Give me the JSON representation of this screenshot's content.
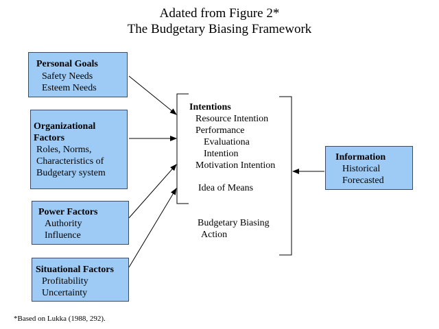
{
  "title": {
    "line1": "Adated from Figure 2*",
    "line2": "The Budgetary Biasing Framework"
  },
  "boxes": {
    "personal": {
      "title": "Personal Goals",
      "items": [
        "Safety Needs",
        "Esteem Needs"
      ]
    },
    "organizational": {
      "title1": "Organizational",
      "title2": "Factors",
      "items": [
        "Roles, Norms,",
        "Characteristics of",
        "Budgetary system"
      ]
    },
    "power": {
      "title": "Power Factors",
      "items": [
        "Authority",
        "Influence"
      ]
    },
    "situational": {
      "title": "Situational Factors",
      "items": [
        "Profitability",
        "Uncertainty"
      ]
    },
    "information": {
      "title": "Information",
      "items": [
        "Historical",
        "Forecasted"
      ]
    }
  },
  "center": {
    "title": "Intentions",
    "lines": [
      "Resource Intention",
      "Performance",
      "Evaluationa",
      "Intention",
      "Motivation Intention"
    ],
    "idea": "Idea of Means",
    "outcome": [
      "Budgetary Biasing",
      "Action"
    ]
  },
  "footnote": "*Based on Lukka (1988, 292).",
  "colors": {
    "box_fill": "#9ecbf5",
    "box_border": "#3a4a66",
    "line": "#000000"
  }
}
